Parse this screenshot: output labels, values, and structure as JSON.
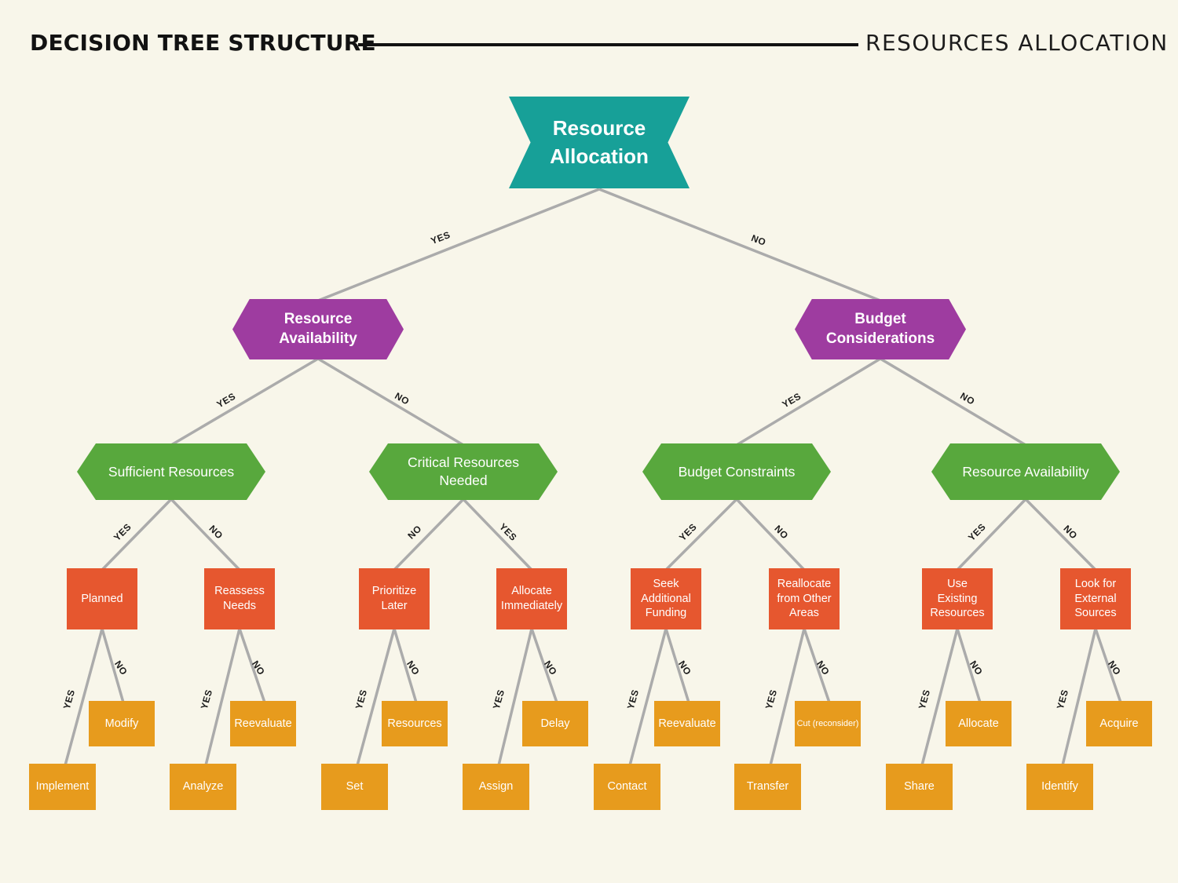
{
  "header": {
    "title_left": "DECISION TREE STRUCTURE",
    "title_right": "RESOURCES ALLOCATION"
  },
  "diagram": {
    "root": "Resource Allocation",
    "level2": [
      "Resource Availability",
      "Budget Considerations"
    ],
    "level3": [
      "Sufficient Resources",
      "Critical Resources Needed",
      "Budget Constraints",
      "Resource Availability"
    ],
    "level4": [
      "Planned",
      "Reassess Needs",
      "Prioritize Later",
      "Allocate Immediately",
      "Seek Additional Funding",
      "Reallocate from Other Areas",
      "Use Existing Resources",
      "Look for External Sources"
    ],
    "leaves_no": [
      "Modify",
      "Reevaluate",
      "Resources",
      "Delay",
      "Reevaluate",
      "Cut (reconsider)",
      "Allocate",
      "Acquire"
    ],
    "leaves_yes": [
      "Implement",
      "Analyze",
      "Set",
      "Assign",
      "Contact",
      "Transfer",
      "Share",
      "Identify"
    ],
    "edge_labels": [
      "YES",
      "NO",
      "YES",
      "NO",
      "YES",
      "NO",
      "YES",
      "NO",
      "NO",
      "YES",
      "YES",
      "NO",
      "YES",
      "NO",
      "YES",
      "YES",
      "YES",
      "YES",
      "YES",
      "YES",
      "YES",
      "YES",
      "NO",
      "NO",
      "NO",
      "NO",
      "NO",
      "NO",
      "NO",
      "NO"
    ],
    "branches": [
      {
        "from": "Resource Allocation",
        "yes": "Resource Availability",
        "no": "Budget Considerations"
      },
      {
        "from": "Resource Availability",
        "yes": "Sufficient Resources",
        "no": "Critical Resources Needed"
      },
      {
        "from": "Budget Considerations",
        "yes": "Budget Constraints",
        "no": "Resource Availability"
      },
      {
        "from": "Sufficient Resources",
        "yes": "Planned",
        "no": "Reassess Needs"
      },
      {
        "from": "Critical Resources Needed",
        "yes": "Allocate Immediately",
        "no": "Prioritize Later"
      },
      {
        "from": "Budget Constraints",
        "yes": "Seek Additional Funding",
        "no": "Reallocate from Other Areas"
      },
      {
        "from": "Resource Availability (right)",
        "yes": "Use Existing Resources",
        "no": "Look for External Sources"
      },
      {
        "from": "Planned",
        "yes": "Implement",
        "no": "Modify"
      },
      {
        "from": "Reassess Needs",
        "yes": "Analyze",
        "no": "Reevaluate"
      },
      {
        "from": "Prioritize Later",
        "yes": "Set",
        "no": "Resources"
      },
      {
        "from": "Allocate Immediately",
        "yes": "Assign",
        "no": "Delay"
      },
      {
        "from": "Seek Additional Funding",
        "yes": "Contact",
        "no": "Reevaluate"
      },
      {
        "from": "Reallocate from Other Areas",
        "yes": "Transfer",
        "no": "Cut (reconsider)"
      },
      {
        "from": "Use Existing Resources",
        "yes": "Share",
        "no": "Allocate"
      },
      {
        "from": "Look for External Sources",
        "yes": "Identify",
        "no": "Acquire"
      }
    ]
  },
  "colors": {
    "background": "#F8F6EA",
    "root_node": "#17A098",
    "level2_node": "#9E3CA0",
    "level3_node": "#58A83D",
    "level4_node": "#E6572F",
    "leaf_node": "#E79B1D",
    "connector_line": "#ABABAB",
    "title_text": "#121212"
  }
}
